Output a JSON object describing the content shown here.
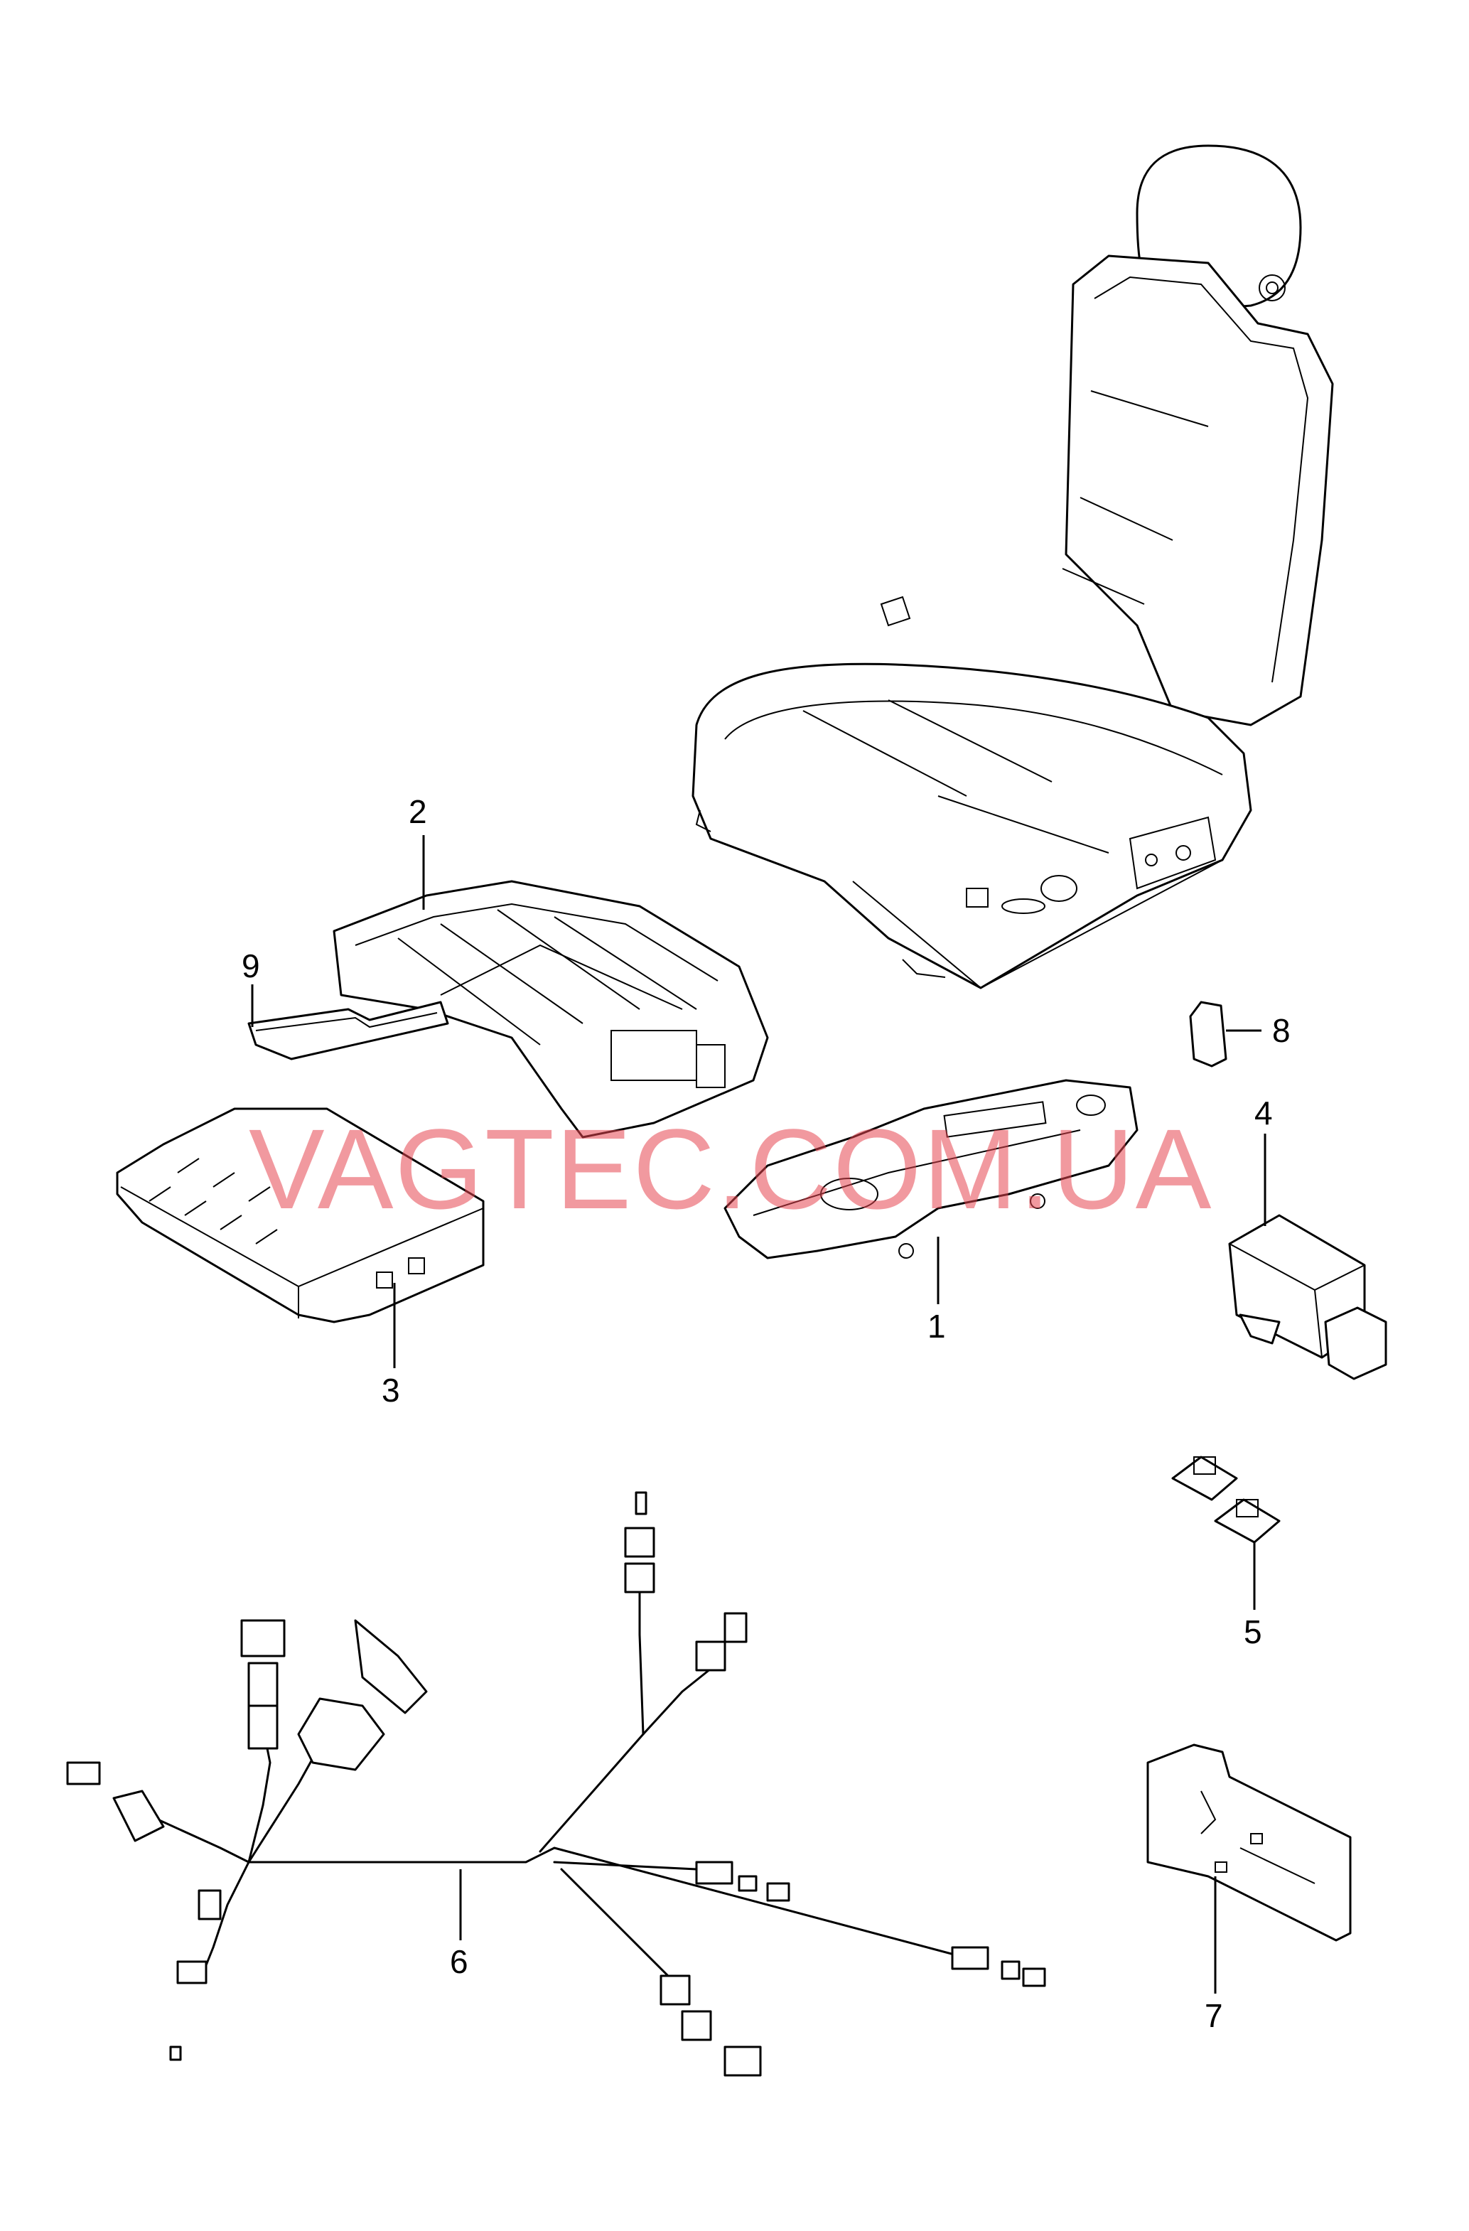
{
  "watermark": "VAGTEC.COM.UA",
  "callouts": {
    "c1": "1",
    "c2": "2",
    "c3": "3",
    "c4": "4",
    "c5": "5",
    "c6": "6",
    "c7": "7",
    "c8": "8",
    "c9": "9"
  },
  "colors": {
    "line": "#000000",
    "background": "#ffffff",
    "watermark": "#e64650"
  }
}
